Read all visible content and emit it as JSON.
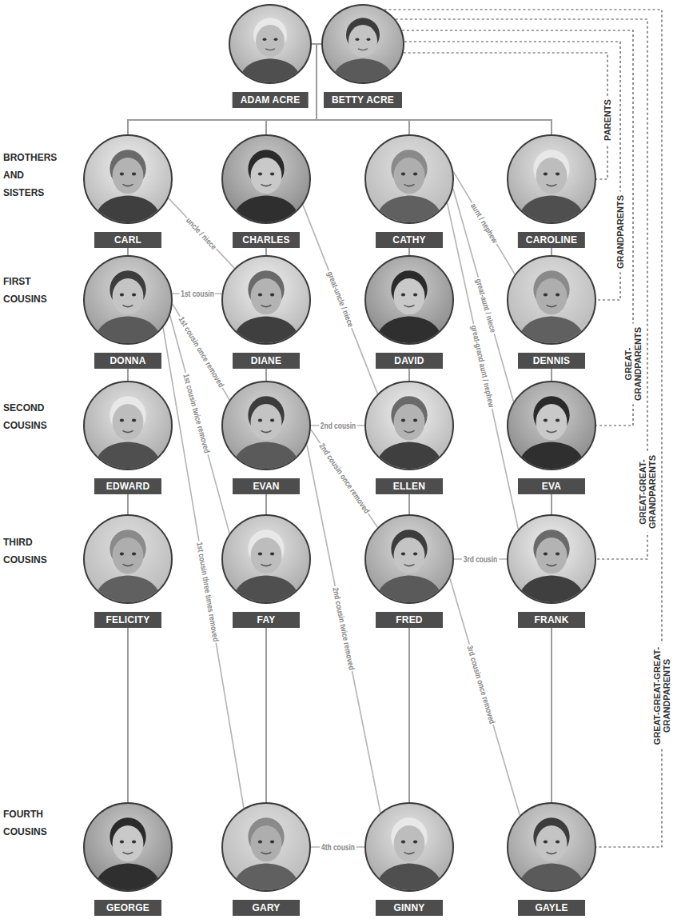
{
  "diagram": {
    "nodes": [
      {
        "text": [
          "ADAM ACRE"
        ]
      },
      {
        "text": [
          "BETTY ACRE"
        ]
      },
      {
        "text": [
          "CARL"
        ]
      },
      {
        "text": [
          "CHARLES"
        ]
      },
      {
        "text": [
          "CATHY"
        ]
      },
      {
        "text": [
          "CAROLINE"
        ]
      },
      {
        "text": [
          "DONNA"
        ]
      },
      {
        "text": [
          "DIANE"
        ]
      },
      {
        "text": [
          "DAVID"
        ]
      },
      {
        "text": [
          "DENNIS"
        ]
      },
      {
        "text": [
          "EDWARD"
        ]
      },
      {
        "text": [
          "EVAN"
        ]
      },
      {
        "text": [
          "ELLEN"
        ]
      },
      {
        "text": [
          "EVA"
        ]
      },
      {
        "text": [
          "FELICITY"
        ]
      },
      {
        "text": [
          "FAY"
        ]
      },
      {
        "text": [
          "FRED"
        ]
      },
      {
        "text": [
          "FRANK"
        ]
      },
      {
        "text": [
          "GEORGE"
        ]
      },
      {
        "text": [
          "GARY"
        ]
      },
      {
        "text": [
          "GINNY"
        ]
      },
      {
        "text": [
          "GAYLE"
        ]
      }
    ],
    "edges": [
      {
        "from": 0,
        "to": 1,
        "arrow": "none"
      },
      {
        "from": 0,
        "to": 2,
        "arrow": "none"
      },
      {
        "from": 0,
        "to": 3,
        "arrow": "none"
      },
      {
        "from": 0,
        "to": 4,
        "arrow": "none"
      },
      {
        "from": 0,
        "to": 5,
        "arrow": "none"
      },
      {
        "from": 1,
        "to": 2,
        "arrow": "none"
      },
      {
        "from": 1,
        "to": 3,
        "arrow": "none"
      },
      {
        "from": 1,
        "to": 4,
        "arrow": "none"
      },
      {
        "from": 1,
        "to": 5,
        "arrow": "none"
      },
      {
        "from": 2,
        "to": 6,
        "arrow": "none"
      },
      {
        "from": 6,
        "to": 10,
        "arrow": "none"
      },
      {
        "from": 10,
        "to": 14,
        "arrow": "none"
      },
      {
        "from": 14,
        "to": 18,
        "arrow": "none"
      },
      {
        "from": 3,
        "to": 7,
        "arrow": "none"
      },
      {
        "from": 7,
        "to": 11,
        "arrow": "none"
      },
      {
        "from": 11,
        "to": 15,
        "arrow": "none"
      },
      {
        "from": 15,
        "to": 19,
        "arrow": "none"
      },
      {
        "from": 4,
        "to": 8,
        "arrow": "none"
      },
      {
        "from": 8,
        "to": 12,
        "arrow": "none"
      },
      {
        "from": 12,
        "to": 16,
        "arrow": "none"
      },
      {
        "from": 16,
        "to": 20,
        "arrow": "none"
      },
      {
        "from": 5,
        "to": 9,
        "arrow": "none"
      },
      {
        "from": 9,
        "to": 13,
        "arrow": "none"
      },
      {
        "from": 13,
        "to": 17,
        "arrow": "none"
      },
      {
        "from": 17,
        "to": 21,
        "arrow": "none"
      },
      {
        "from": 2,
        "to": 7,
        "label": "uncle / niece",
        "arrow": "none"
      },
      {
        "from": 6,
        "to": 7,
        "label": "1st cousin",
        "arrow": "none"
      },
      {
        "from": 6,
        "to": 11,
        "label": "1st cousin once removed",
        "arrow": "none"
      },
      {
        "from": 6,
        "to": 15,
        "label": "1st cousin twice removed",
        "arrow": "none"
      },
      {
        "from": 6,
        "to": 19,
        "label": "1st cousin three times removed",
        "arrow": "none"
      },
      {
        "from": 3,
        "to": 12,
        "label": "great-uncle / niece",
        "arrow": "none"
      },
      {
        "from": 4,
        "to": 9,
        "label": "aunt / nephew",
        "arrow": "none"
      },
      {
        "from": 4,
        "to": 13,
        "label": "great-aunt / niece",
        "arrow": "none"
      },
      {
        "from": 4,
        "to": 17,
        "label": "great-grand aunt / nephew",
        "arrow": "none"
      },
      {
        "from": 11,
        "to": 12,
        "label": "2nd cousin",
        "arrow": "none"
      },
      {
        "from": 11,
        "to": 16,
        "label": "2nd cousin once removed",
        "arrow": "none"
      },
      {
        "from": 11,
        "to": 20,
        "label": "2nd cousin twice removed",
        "arrow": "none"
      },
      {
        "from": 16,
        "to": 17,
        "label": "3rd cousin",
        "arrow": "none"
      },
      {
        "from": 16,
        "to": 21,
        "label": "3rd cousin once removed",
        "arrow": "none"
      },
      {
        "from": 19,
        "to": 20,
        "label": "4th cousin",
        "arrow": "none"
      },
      {
        "from": 1,
        "to": 5,
        "label": "PARENTS",
        "arrow": "none"
      },
      {
        "from": 1,
        "to": 9,
        "label": "GRANDPARENTS",
        "arrow": "none"
      },
      {
        "from": 1,
        "to": 13,
        "label": "GREAT- GRANDPARENTS",
        "arrow": "none"
      },
      {
        "from": 1,
        "to": 17,
        "label": "GREAT-GREAT- GRANDPARENTS",
        "arrow": "none"
      },
      {
        "from": 1,
        "to": 21,
        "label": "GREAT-GREAT-GREAT- GRANDPARENTS",
        "arrow": "none"
      }
    ],
    "labels": [
      "BROTHERS AND SISTERS",
      "FIRST COUSINS",
      "SECOND COUSINS",
      "THIRD COUSINS",
      "FOURTH COUSINS"
    ]
  }
}
